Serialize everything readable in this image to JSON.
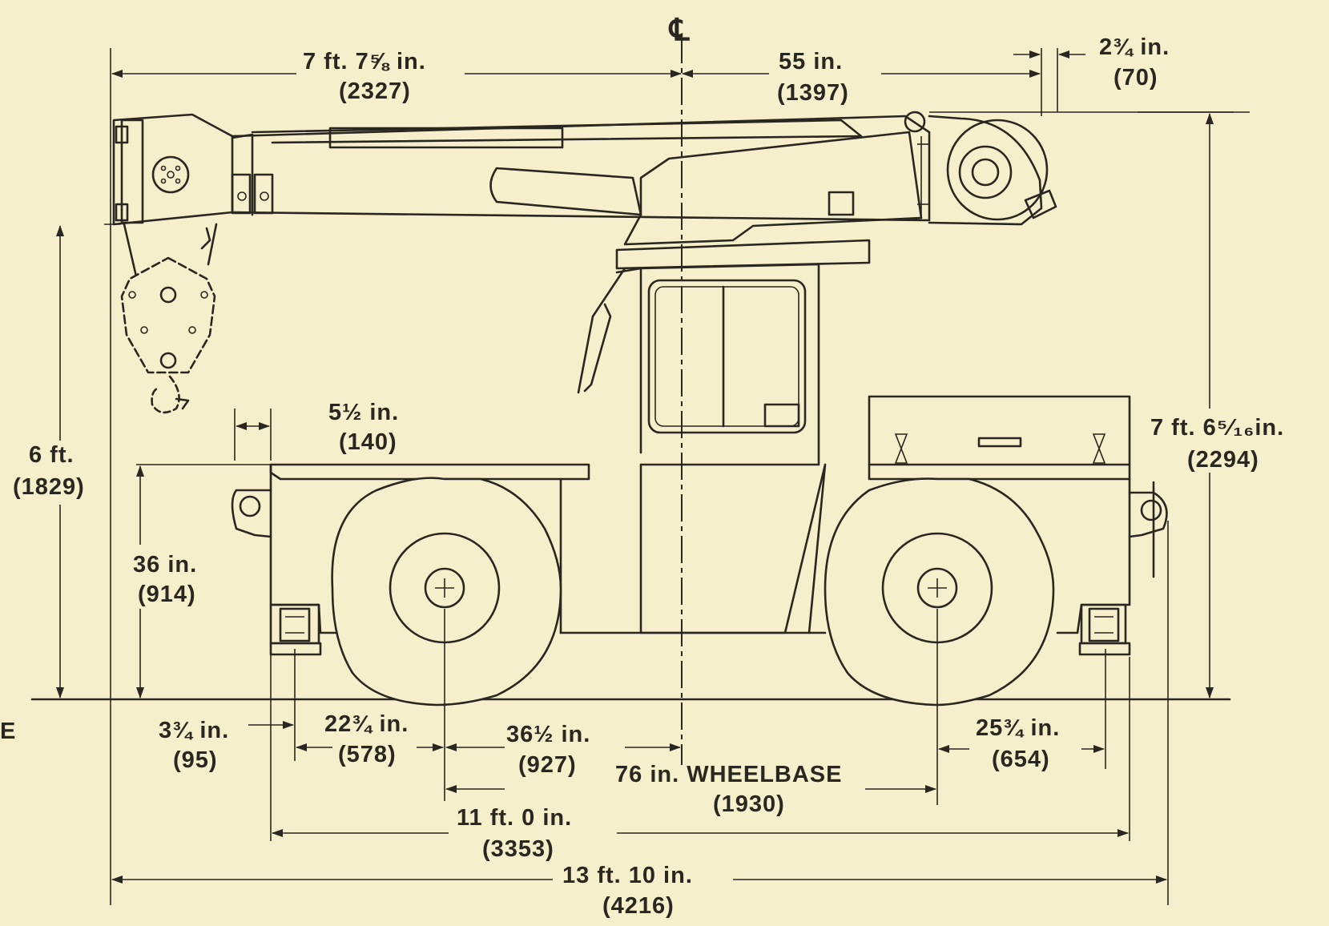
{
  "centerline_symbol": "℄",
  "edge_mark": "E",
  "dimensions": {
    "boom_rear": {
      "imperial": "7 ft. 7⅝ in.",
      "metric": "(2327)"
    },
    "boom_front": {
      "imperial": "55 in.",
      "metric": "(1397)"
    },
    "sheave_overhang": {
      "imperial": "2¾ in.",
      "metric": "(70)"
    },
    "rear_step": {
      "imperial": "5½ in.",
      "metric": "(140)"
    },
    "boom_height": {
      "imperial": "6 ft.",
      "metric": "(1829)"
    },
    "deck_height": {
      "imperial": "36 in.",
      "metric": "(914)"
    },
    "overall_height": {
      "imperial": "7 ft. 6⁵⁄₁₆in.",
      "metric": "(2294)"
    },
    "rear_outrigger": {
      "imperial": "3¾ in.",
      "metric": "(95)"
    },
    "rear_overhang": {
      "imperial": "22¾ in.",
      "metric": "(578)"
    },
    "axle_to_center": {
      "imperial": "36½ in.",
      "metric": "(927)"
    },
    "wheelbase": {
      "imperial": "76 in. WHEELBASE",
      "metric": "(1930)"
    },
    "front_overhang": {
      "imperial": "25¾ in.",
      "metric": "(654)"
    },
    "chassis_length": {
      "imperial": "11 ft. 0 in.",
      "metric": "(3353)"
    },
    "overall_length": {
      "imperial": "13 ft. 10 in.",
      "metric": "(4216)"
    }
  }
}
